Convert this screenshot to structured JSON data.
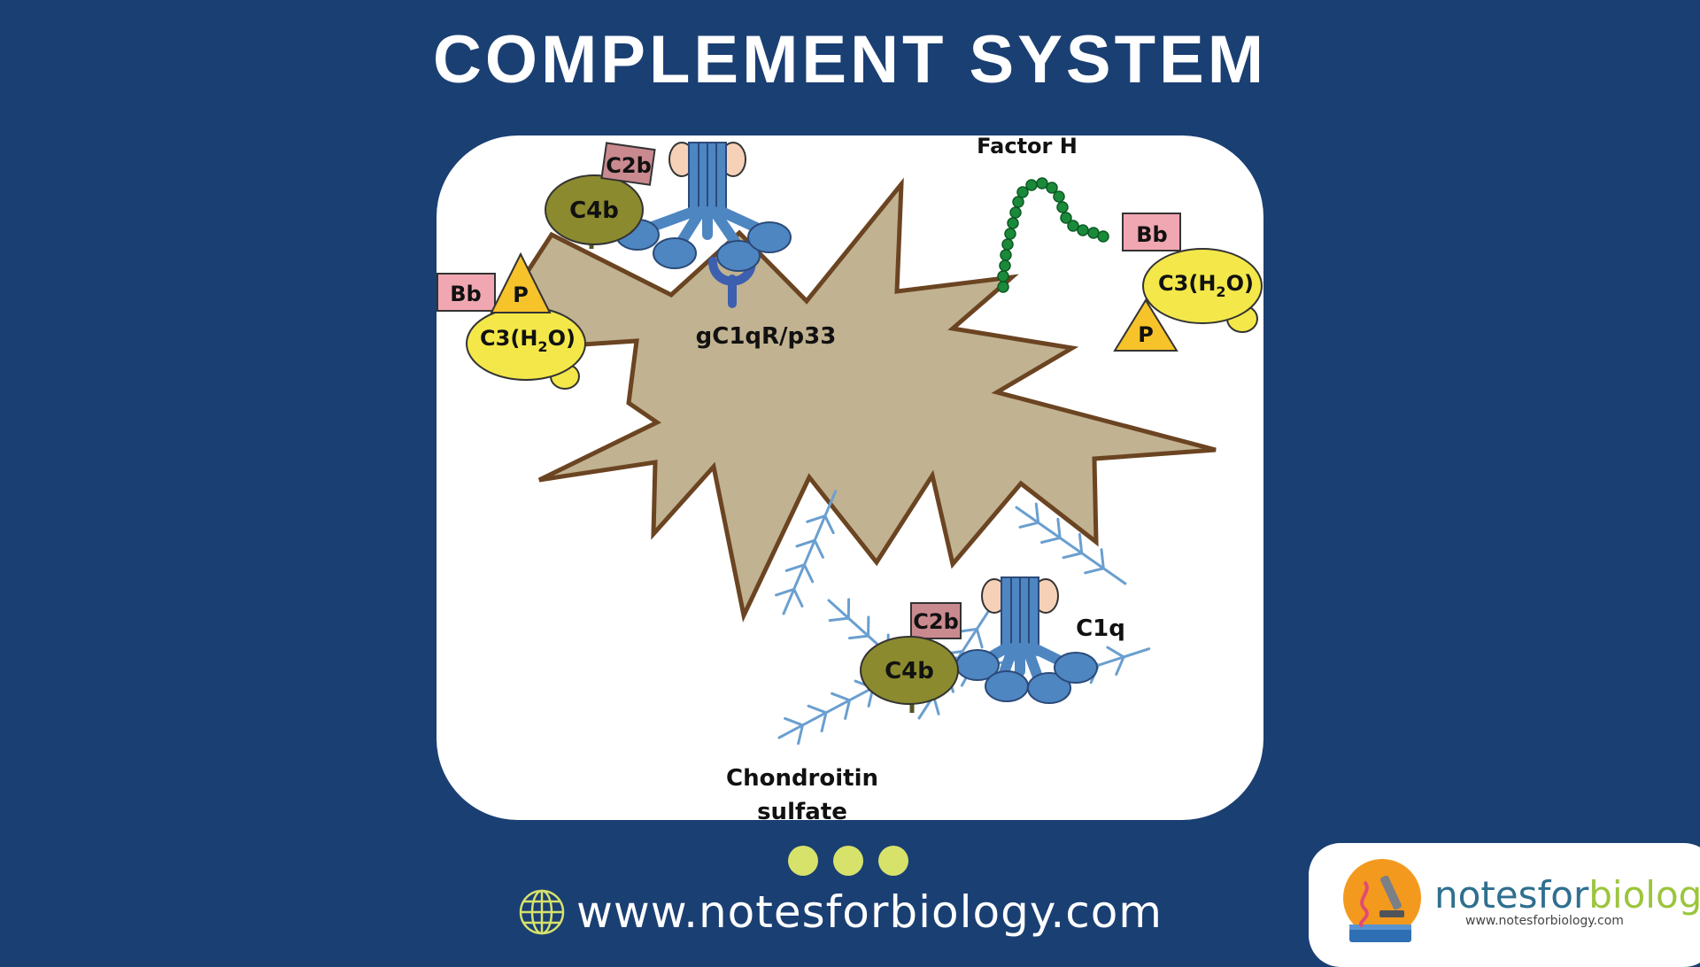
{
  "header": {
    "title": "COMPLEMENT SYSTEM"
  },
  "diagram": {
    "labels": {
      "c2b_top": "C2b",
      "c4b_top": "C4b",
      "factor_h": "Factor H",
      "bb_left": "Bb",
      "p_left": "P",
      "c3_left_prefix": "C3(H",
      "c3_left_sub": "2",
      "c3_left_suffix": "O)",
      "receptor": "gC1qR/p33",
      "bb_right": "Bb",
      "c3_right_prefix": "C3(H",
      "c3_right_sub": "2",
      "c3_right_suffix": "O)",
      "p_right": "P",
      "c2b_bottom": "C2b",
      "c1q": "C1q",
      "c4b_bottom": "C4b",
      "chondroitin_line1": "Chondroitin",
      "chondroitin_line2": "sulfate"
    },
    "colors": {
      "cell_fill": "#c1b291",
      "cell_stroke": "#6b4422",
      "c4b": "#8b8a2e",
      "c2b": "#c98a8f",
      "bb": "#f0a7b1",
      "properdin": "#f7c32b",
      "c3": "#f3e74a",
      "c1q_blue": "#4e86c2",
      "c1q_head": "#f6d1b8",
      "factor_h": "#1a8a3a",
      "chondroitin": "#6a9fcf"
    }
  },
  "footer": {
    "url": "www.notesforbiology.com",
    "icon": "globe-icon"
  },
  "logo": {
    "brand_main": "notesfor",
    "brand_accent": "biology",
    "url": "www.notesforbiology.com",
    "icon": "microscope-book-icon"
  },
  "theme": {
    "background": "#1a3f73",
    "dot_color": "#d7e26a",
    "panel": "#ffffff"
  }
}
